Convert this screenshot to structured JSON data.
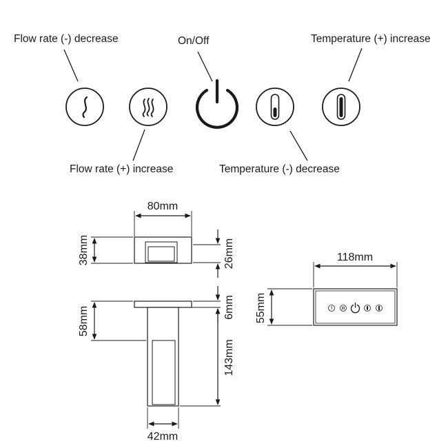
{
  "controls": {
    "flow_decrease": "Flow rate (-) decrease",
    "flow_increase": "Flow rate (+) increase",
    "on_off": "On/Off",
    "temp_increase": "Temperature (+) increase",
    "temp_decrease": "Temperature (-) decrease"
  },
  "dimensions": {
    "top_width": "80mm",
    "top_height": "38mm",
    "top_inner_height": "26mm",
    "lever_plate": "6mm",
    "side_height": "58mm",
    "body_height": "143mm",
    "body_width": "42mm",
    "front_width": "118mm",
    "front_height": "55mm"
  },
  "icons": [
    "flow-decrease-icon",
    "flow-increase-icon",
    "power-icon",
    "temperature-decrease-icon",
    "temperature-increase-icon"
  ],
  "colors": {
    "line": "#1a1a1a",
    "face": "#ffffff",
    "inner": "#f2f2f2"
  }
}
